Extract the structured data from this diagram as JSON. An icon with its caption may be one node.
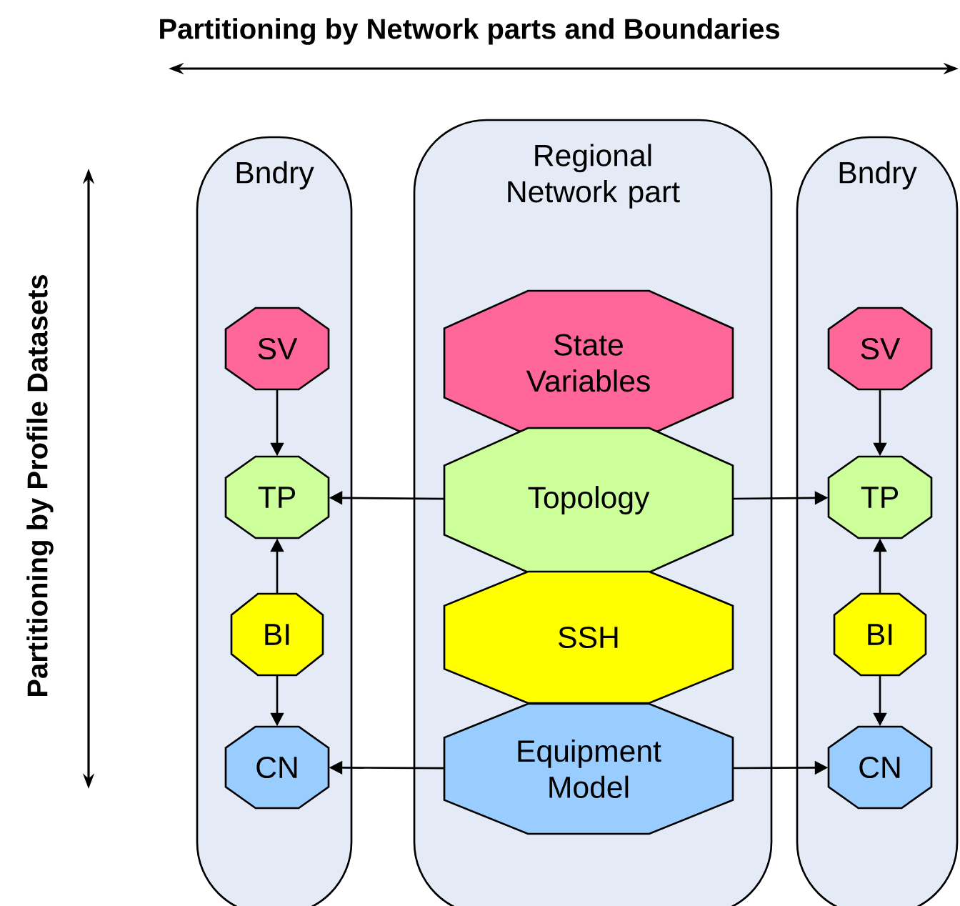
{
  "diagram": {
    "title": "Partitioning by Network parts and Boundaries",
    "nodes": [
      {
        "text": [
          "Bndry"
        ]
      },
      {
        "text": [
          "SV"
        ],
        "in": 0
      },
      {
        "text": [
          "TP"
        ],
        "in": 0
      },
      {
        "text": [
          "BI"
        ],
        "in": 0
      },
      {
        "text": [
          "CN"
        ],
        "in": 0
      },
      {
        "text": [
          "Regional Network part"
        ]
      },
      {
        "text": [
          "State Variables"
        ],
        "in": 5
      },
      {
        "text": [
          "Topology"
        ],
        "in": 5
      },
      {
        "text": [
          "SSH"
        ],
        "in": 5
      },
      {
        "text": [
          "Equipment Model"
        ],
        "in": 5
      },
      {
        "text": [
          "Bndry"
        ]
      },
      {
        "text": [
          "SV"
        ],
        "in": 10
      },
      {
        "text": [
          "TP"
        ],
        "in": 10
      },
      {
        "text": [
          "BI"
        ],
        "in": 10
      },
      {
        "text": [
          "CN"
        ],
        "in": 10
      }
    ],
    "edges": [
      {
        "from": 1,
        "to": 2,
        "arrow": "to"
      },
      {
        "from": 3,
        "to": 2,
        "arrow": "to"
      },
      {
        "from": 3,
        "to": 4,
        "arrow": "to"
      },
      {
        "from": 7,
        "to": 2,
        "arrow": "to"
      },
      {
        "from": 9,
        "to": 4,
        "arrow": "to"
      },
      {
        "from": 7,
        "to": 12,
        "arrow": "to"
      },
      {
        "from": 9,
        "to": 14,
        "arrow": "to"
      },
      {
        "from": 11,
        "to": 12,
        "arrow": "to"
      },
      {
        "from": 13,
        "to": 12,
        "arrow": "to"
      },
      {
        "from": 13,
        "to": 14,
        "arrow": "to"
      }
    ],
    "labels": [
      "Partitioning by Profile Datasets"
    ]
  }
}
